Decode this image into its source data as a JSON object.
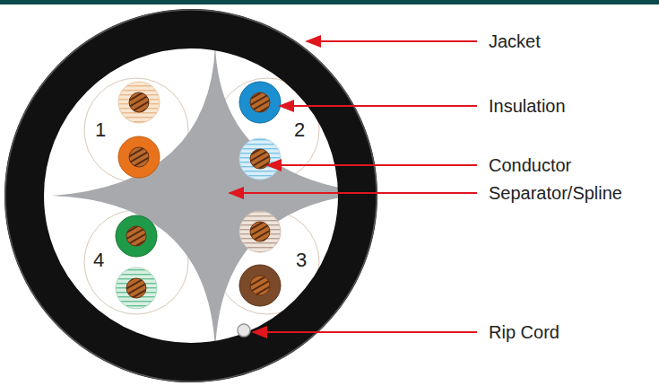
{
  "diagram": {
    "labels": [
      "Jacket",
      "Insulation",
      "Conductor",
      "Separator/Spline",
      "Rip Cord",
      "1",
      "2",
      "3",
      "4"
    ]
  }
}
